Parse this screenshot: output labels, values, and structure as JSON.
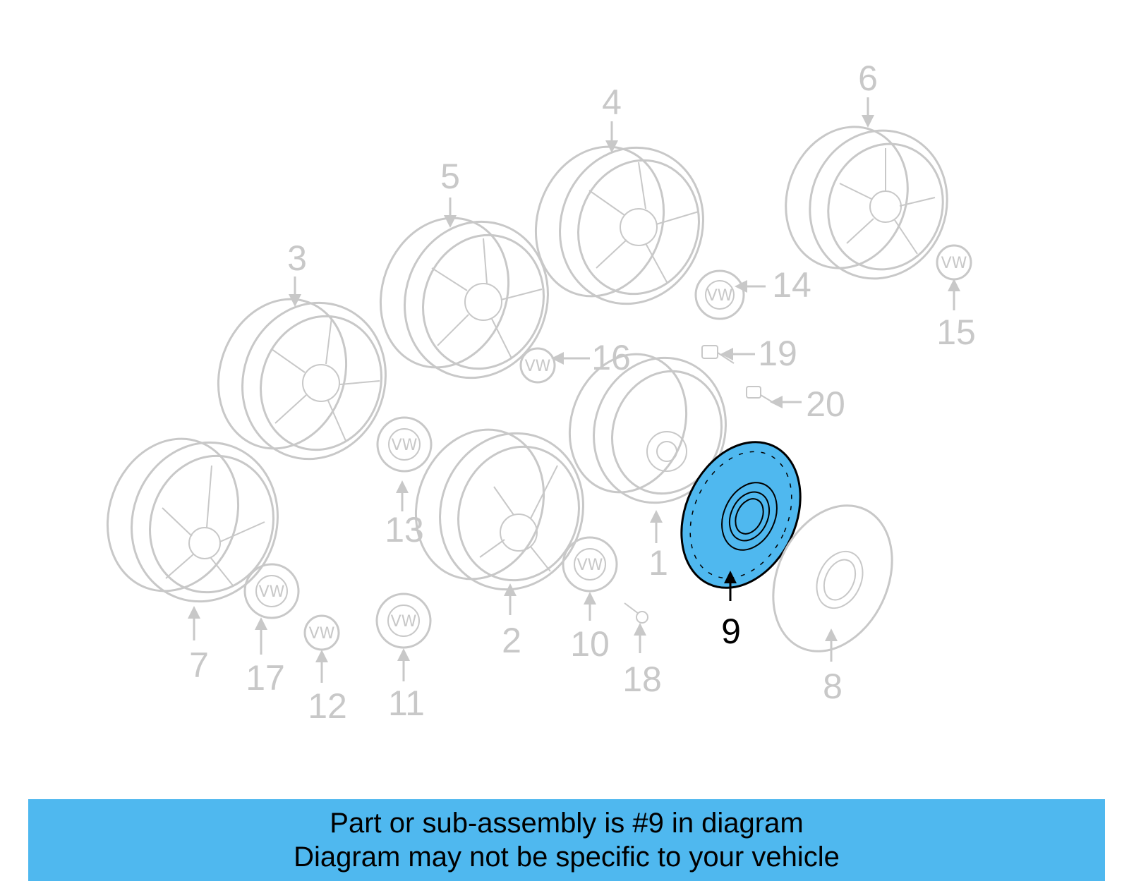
{
  "diagram": {
    "highlighted_part": "9",
    "highlight_color": "#4fb8ef",
    "callouts": {
      "c1": "1",
      "c2": "2",
      "c3": "3",
      "c4": "4",
      "c5": "5",
      "c6": "6",
      "c7": "7",
      "c8": "8",
      "c9": "9",
      "c10": "10",
      "c11": "11",
      "c12": "12",
      "c13": "13",
      "c14": "14",
      "c15": "15",
      "c16": "16",
      "c17": "17",
      "c18": "18",
      "c19": "19",
      "c20": "20"
    },
    "logo_letter": "VW"
  },
  "banner": {
    "line1": "Part or sub-assembly is #9 in diagram",
    "line2": "Diagram may not be specific to your vehicle",
    "background": "#4fb8ef"
  }
}
